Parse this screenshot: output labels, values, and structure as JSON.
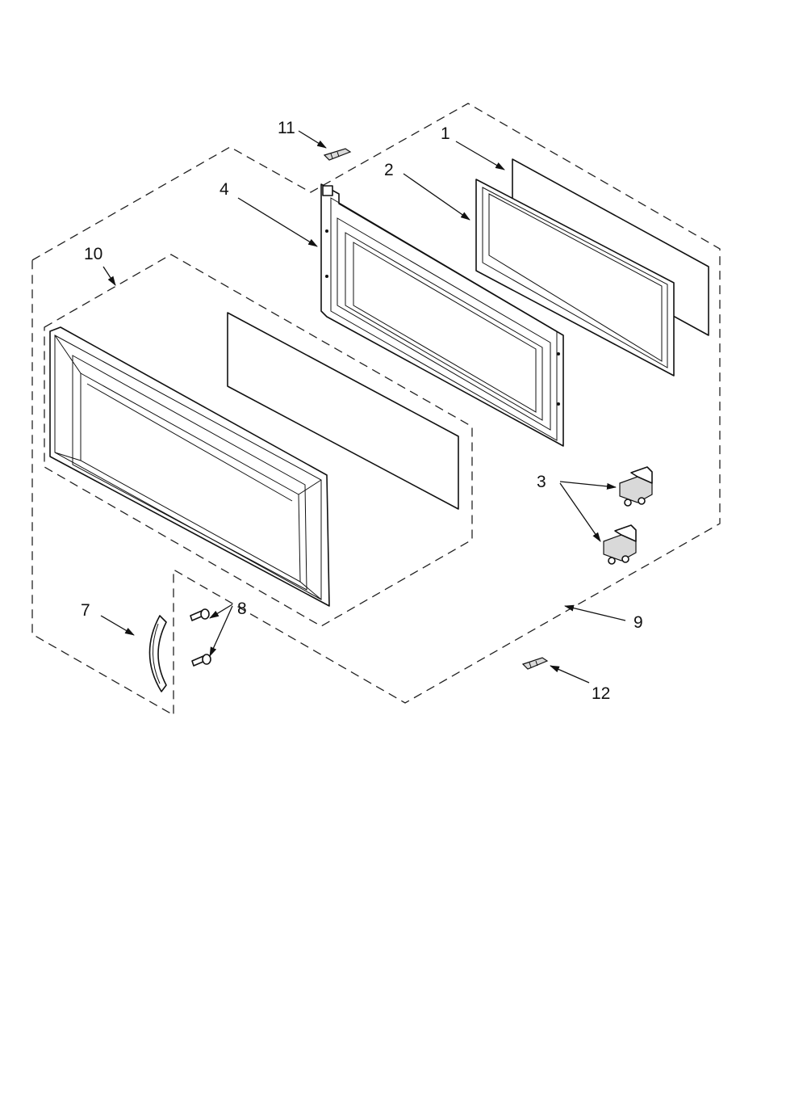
{
  "diagram": {
    "callouts": {
      "c1": "1",
      "c2": "2",
      "c3": "3",
      "c4": "4",
      "c7": "7",
      "c8": "8",
      "c9": "9",
      "c10": "10",
      "c11": "11",
      "c12": "12"
    },
    "line_color": "#111111",
    "background": "#ffffff"
  }
}
